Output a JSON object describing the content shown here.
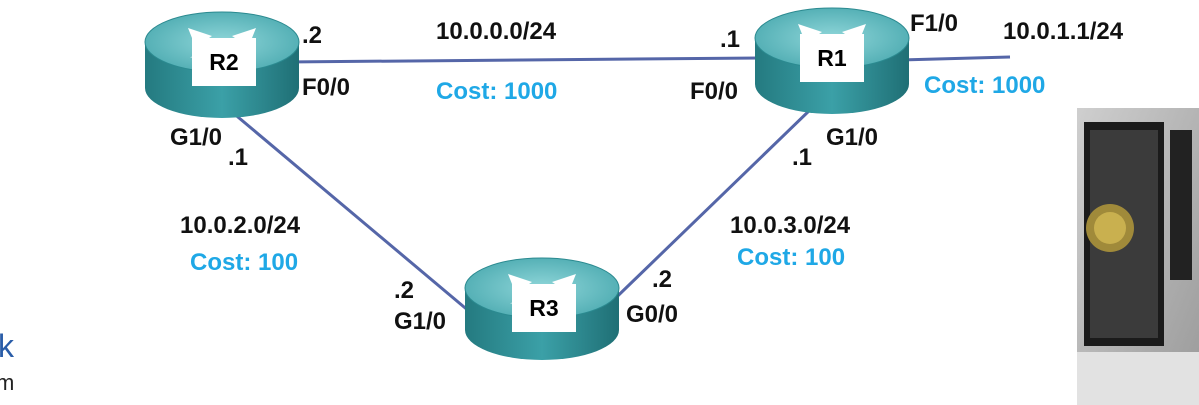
{
  "routers": [
    {
      "name": "R2"
    },
    {
      "name": "R1"
    },
    {
      "name": "R3"
    }
  ],
  "links": {
    "r2_r1": {
      "network": "10.0.0.0/24",
      "cost": "Cost: 1000",
      "r2_ip": ".2",
      "r2_intf": "F0/0",
      "r1_ip": ".1",
      "r1_intf": "F0/0"
    },
    "r1_lan": {
      "intf": "F1/0",
      "network": "10.0.1.1/24",
      "cost": "Cost: 1000"
    },
    "r2_r3": {
      "network": "10.0.2.0/24",
      "cost": "Cost: 100",
      "r2_intf": "G1/0",
      "r2_ip": ".1",
      "r3_ip": ".2",
      "r3_intf": "G1/0"
    },
    "r1_r3": {
      "network": "10.0.3.0/24",
      "cost": "Cost: 100",
      "r1_intf": "G1/0",
      "r1_ip": ".1",
      "r3_ip": ".2",
      "r3_intf": "G0/0"
    }
  },
  "colors": {
    "link": "#5566a8",
    "cost": "#1fa8e6",
    "router_body": "#2f8f96",
    "router_top": "#5cb8be"
  },
  "logo_fragment": {
    "line1": "k",
    "line2": "m"
  },
  "photo_icons": [
    "certificate-photo"
  ]
}
